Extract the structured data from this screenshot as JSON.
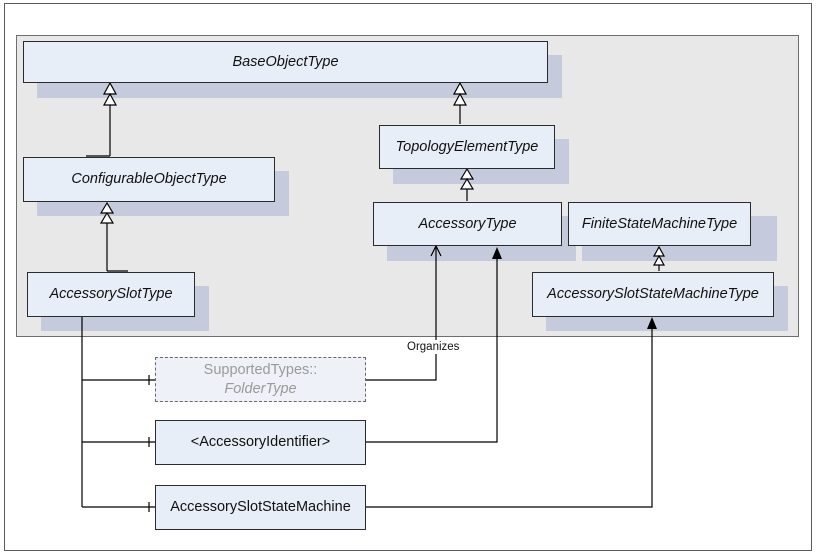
{
  "nodes": {
    "base_object_type": "BaseObjectType",
    "configurable_object_type": "ConfigurableObjectType",
    "topology_element_type": "TopologyElementType",
    "accessory_type": "AccessoryType",
    "finite_state_machine_type": "FiniteStateMachineType",
    "accessory_slot_type": "AccessorySlotType",
    "accessory_slot_state_machine_type": "AccessorySlotStateMachineType",
    "supported_types_line1": "SupportedTypes::",
    "supported_types_line2": "FolderType",
    "accessory_identifier": "<AccessoryIdentifier>",
    "accessory_slot_state_machine": "AccessorySlotStateMachine"
  },
  "relations": {
    "organizes_label": "Organizes"
  },
  "colors": {
    "panel_background": "#e8e8e8",
    "box_fill": "#e8eef8",
    "box_shadow": "#c5cbdc",
    "line": "#000000",
    "dashed_text": "#9a9a9a"
  }
}
